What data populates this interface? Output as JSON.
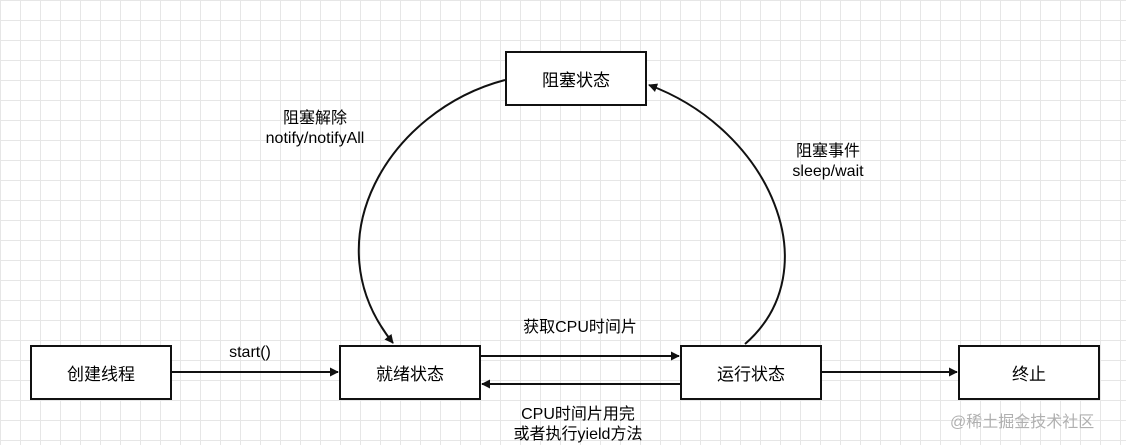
{
  "diagram": {
    "nodes": {
      "blocked": "阻塞状态",
      "create": "创建线程",
      "ready": "就绪状态",
      "running": "运行状态",
      "terminated": "终止"
    },
    "edges": {
      "start": "start()",
      "get_cpu": "获取CPU时间片",
      "cpu_done_line1": "CPU时间片用完",
      "cpu_done_line2": "或者执行yield方法",
      "block_event_line1": "阻塞事件",
      "block_event_line2": "sleep/wait",
      "unblock_line1": "阻塞解除",
      "unblock_line2": "notify/notifyAll"
    }
  },
  "watermark": "@稀土掘金技术社区"
}
